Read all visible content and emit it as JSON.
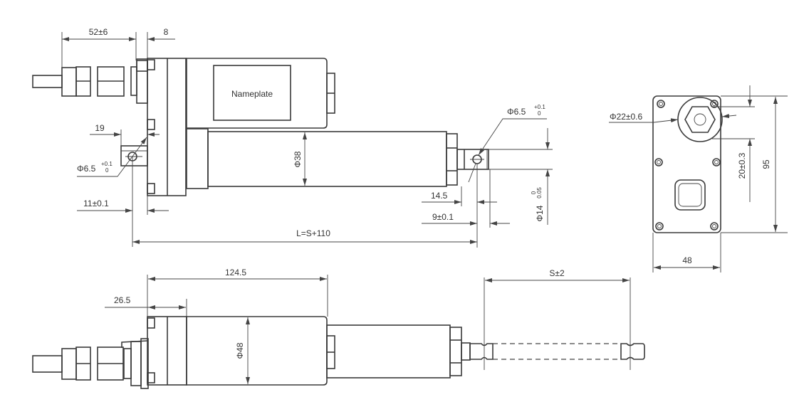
{
  "labels": {
    "nameplate": "Nameplate",
    "cable_length": "52±6",
    "gland_offset": "8",
    "rear_clevis_width": "19",
    "rear_hole_dia": "Φ6.5",
    "rear_hole_tol_upper": "+0.1",
    "rear_hole_tol_lower": "0",
    "rear_hole_offset": "11±0.1",
    "installed_length": "L=S+110",
    "tube_dia": "Φ38",
    "front_hole_dia": "Φ6.5",
    "front_hole_tol_upper": "+0.1",
    "front_hole_tol_lower": "0",
    "rod_end_length": "14.5",
    "front_hole_offset": "9±0.1",
    "rod_dia": "Φ14",
    "rod_dia_tol_upper": "0",
    "rod_dia_tol_lower": "0.05",
    "gland_dia": "Φ22±0.6",
    "gland_center_offset": "20±0.3",
    "body_height": "95",
    "body_width": "48",
    "motor_length": "124.5",
    "gearbox_length": "26.5",
    "motor_dia": "Φ48",
    "stroke": "S±2"
  },
  "colors": {
    "line": "#3a3a3a",
    "background": "#ffffff"
  }
}
